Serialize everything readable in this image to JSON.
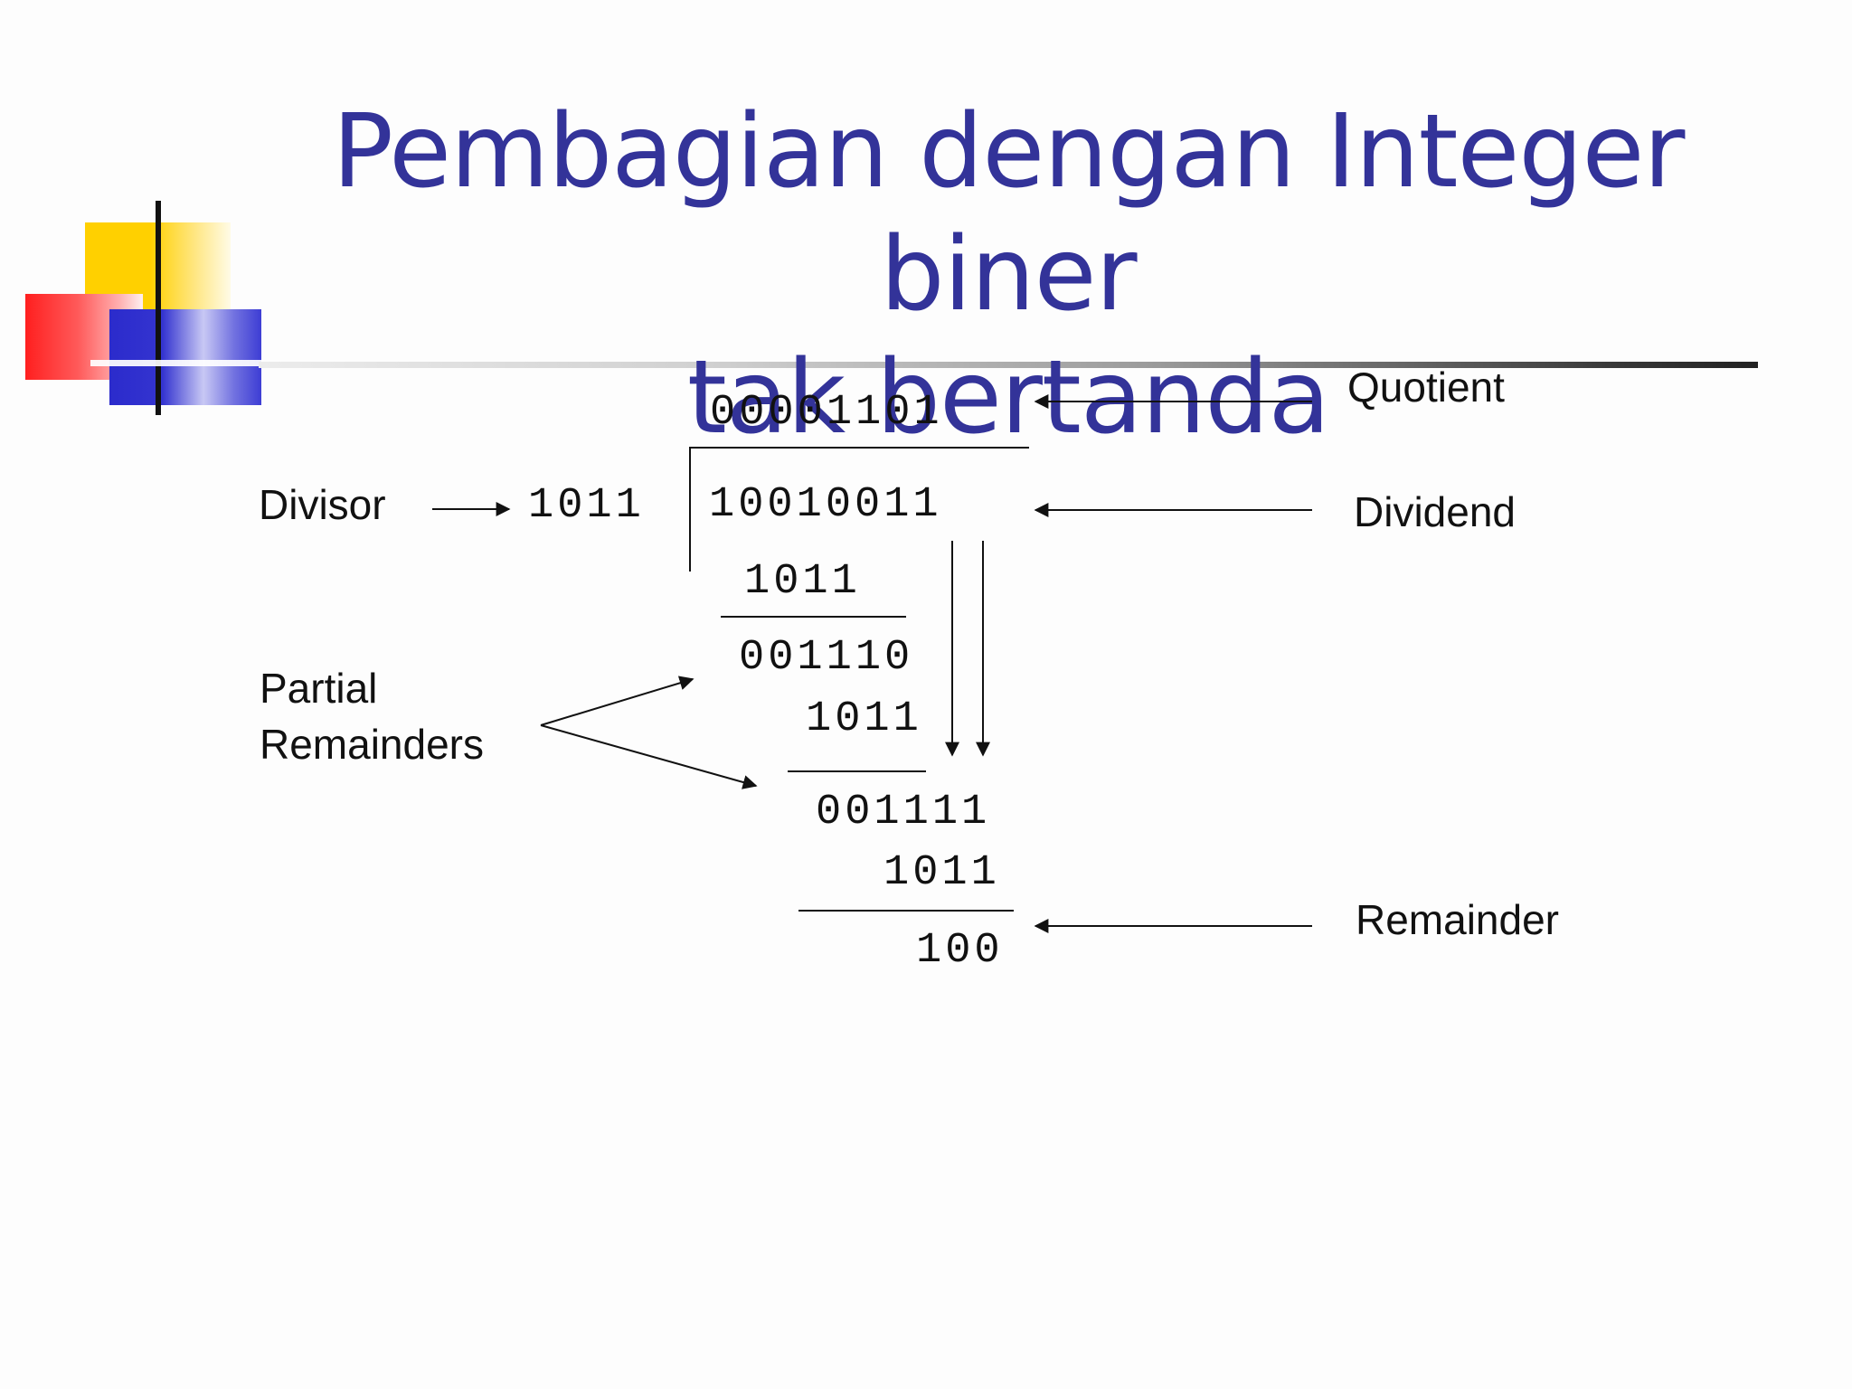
{
  "title": {
    "line1": "Pembagian dengan Integer biner",
    "line2": "tak bertanda"
  },
  "labels": {
    "divisor": "Divisor",
    "partial_line1": "Partial",
    "partial_line2": "Remainders",
    "quotient": "Quotient",
    "dividend": "Dividend",
    "remainder": "Remainder"
  },
  "division": {
    "divisor": "1011",
    "quotient": "00001101",
    "dividend": "10010011",
    "step1_subtract": "1011",
    "step1_result": "001110",
    "step2_subtract": "1011",
    "step2_result": "001111",
    "step3_subtract": "1011",
    "remainder": "100"
  },
  "colors": {
    "title": "#333399",
    "deco_yellow": "#ffd000",
    "deco_red": "#ff1f1f",
    "deco_blue": "#2b2bcc"
  }
}
